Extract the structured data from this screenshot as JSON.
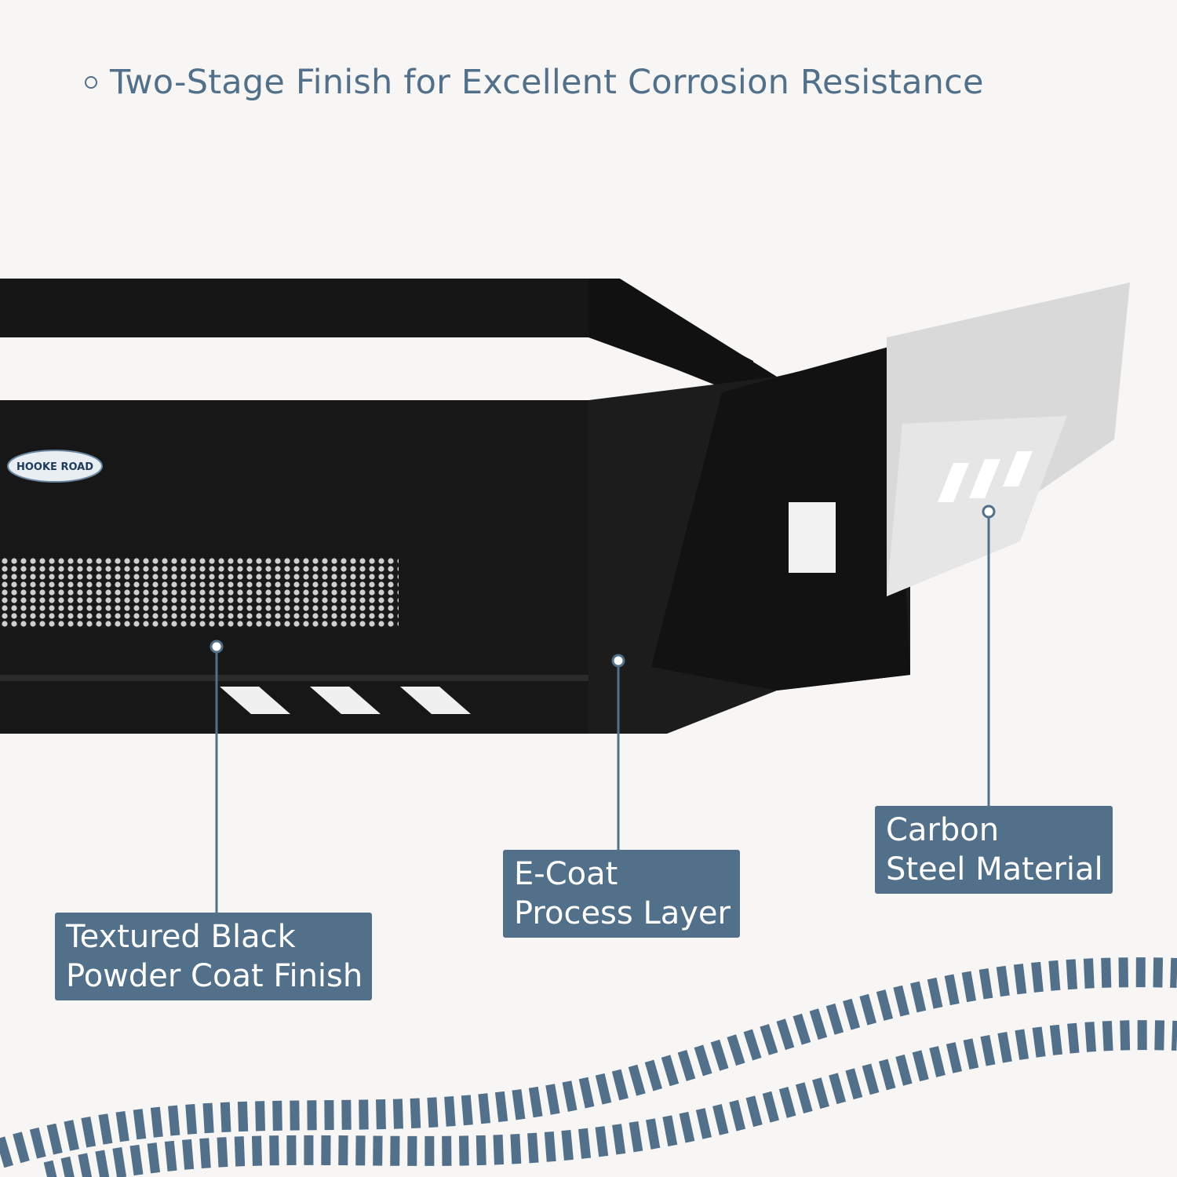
{
  "headline": "Two-Stage Finish for Excellent Corrosion Resistance",
  "brand_logo": "HOOKE ROAD",
  "callouts": [
    {
      "line1": "Textured Black",
      "line2": "Powder Coat Finish"
    },
    {
      "line1": "E-Coat",
      "line2": "Process Layer"
    },
    {
      "line1": "Carbon",
      "line2": "Steel Material"
    }
  ],
  "colors": {
    "accent": "#52708a",
    "background": "#f7f6f4",
    "bumper_black": "#151515",
    "steel": "#d9d9d9"
  }
}
